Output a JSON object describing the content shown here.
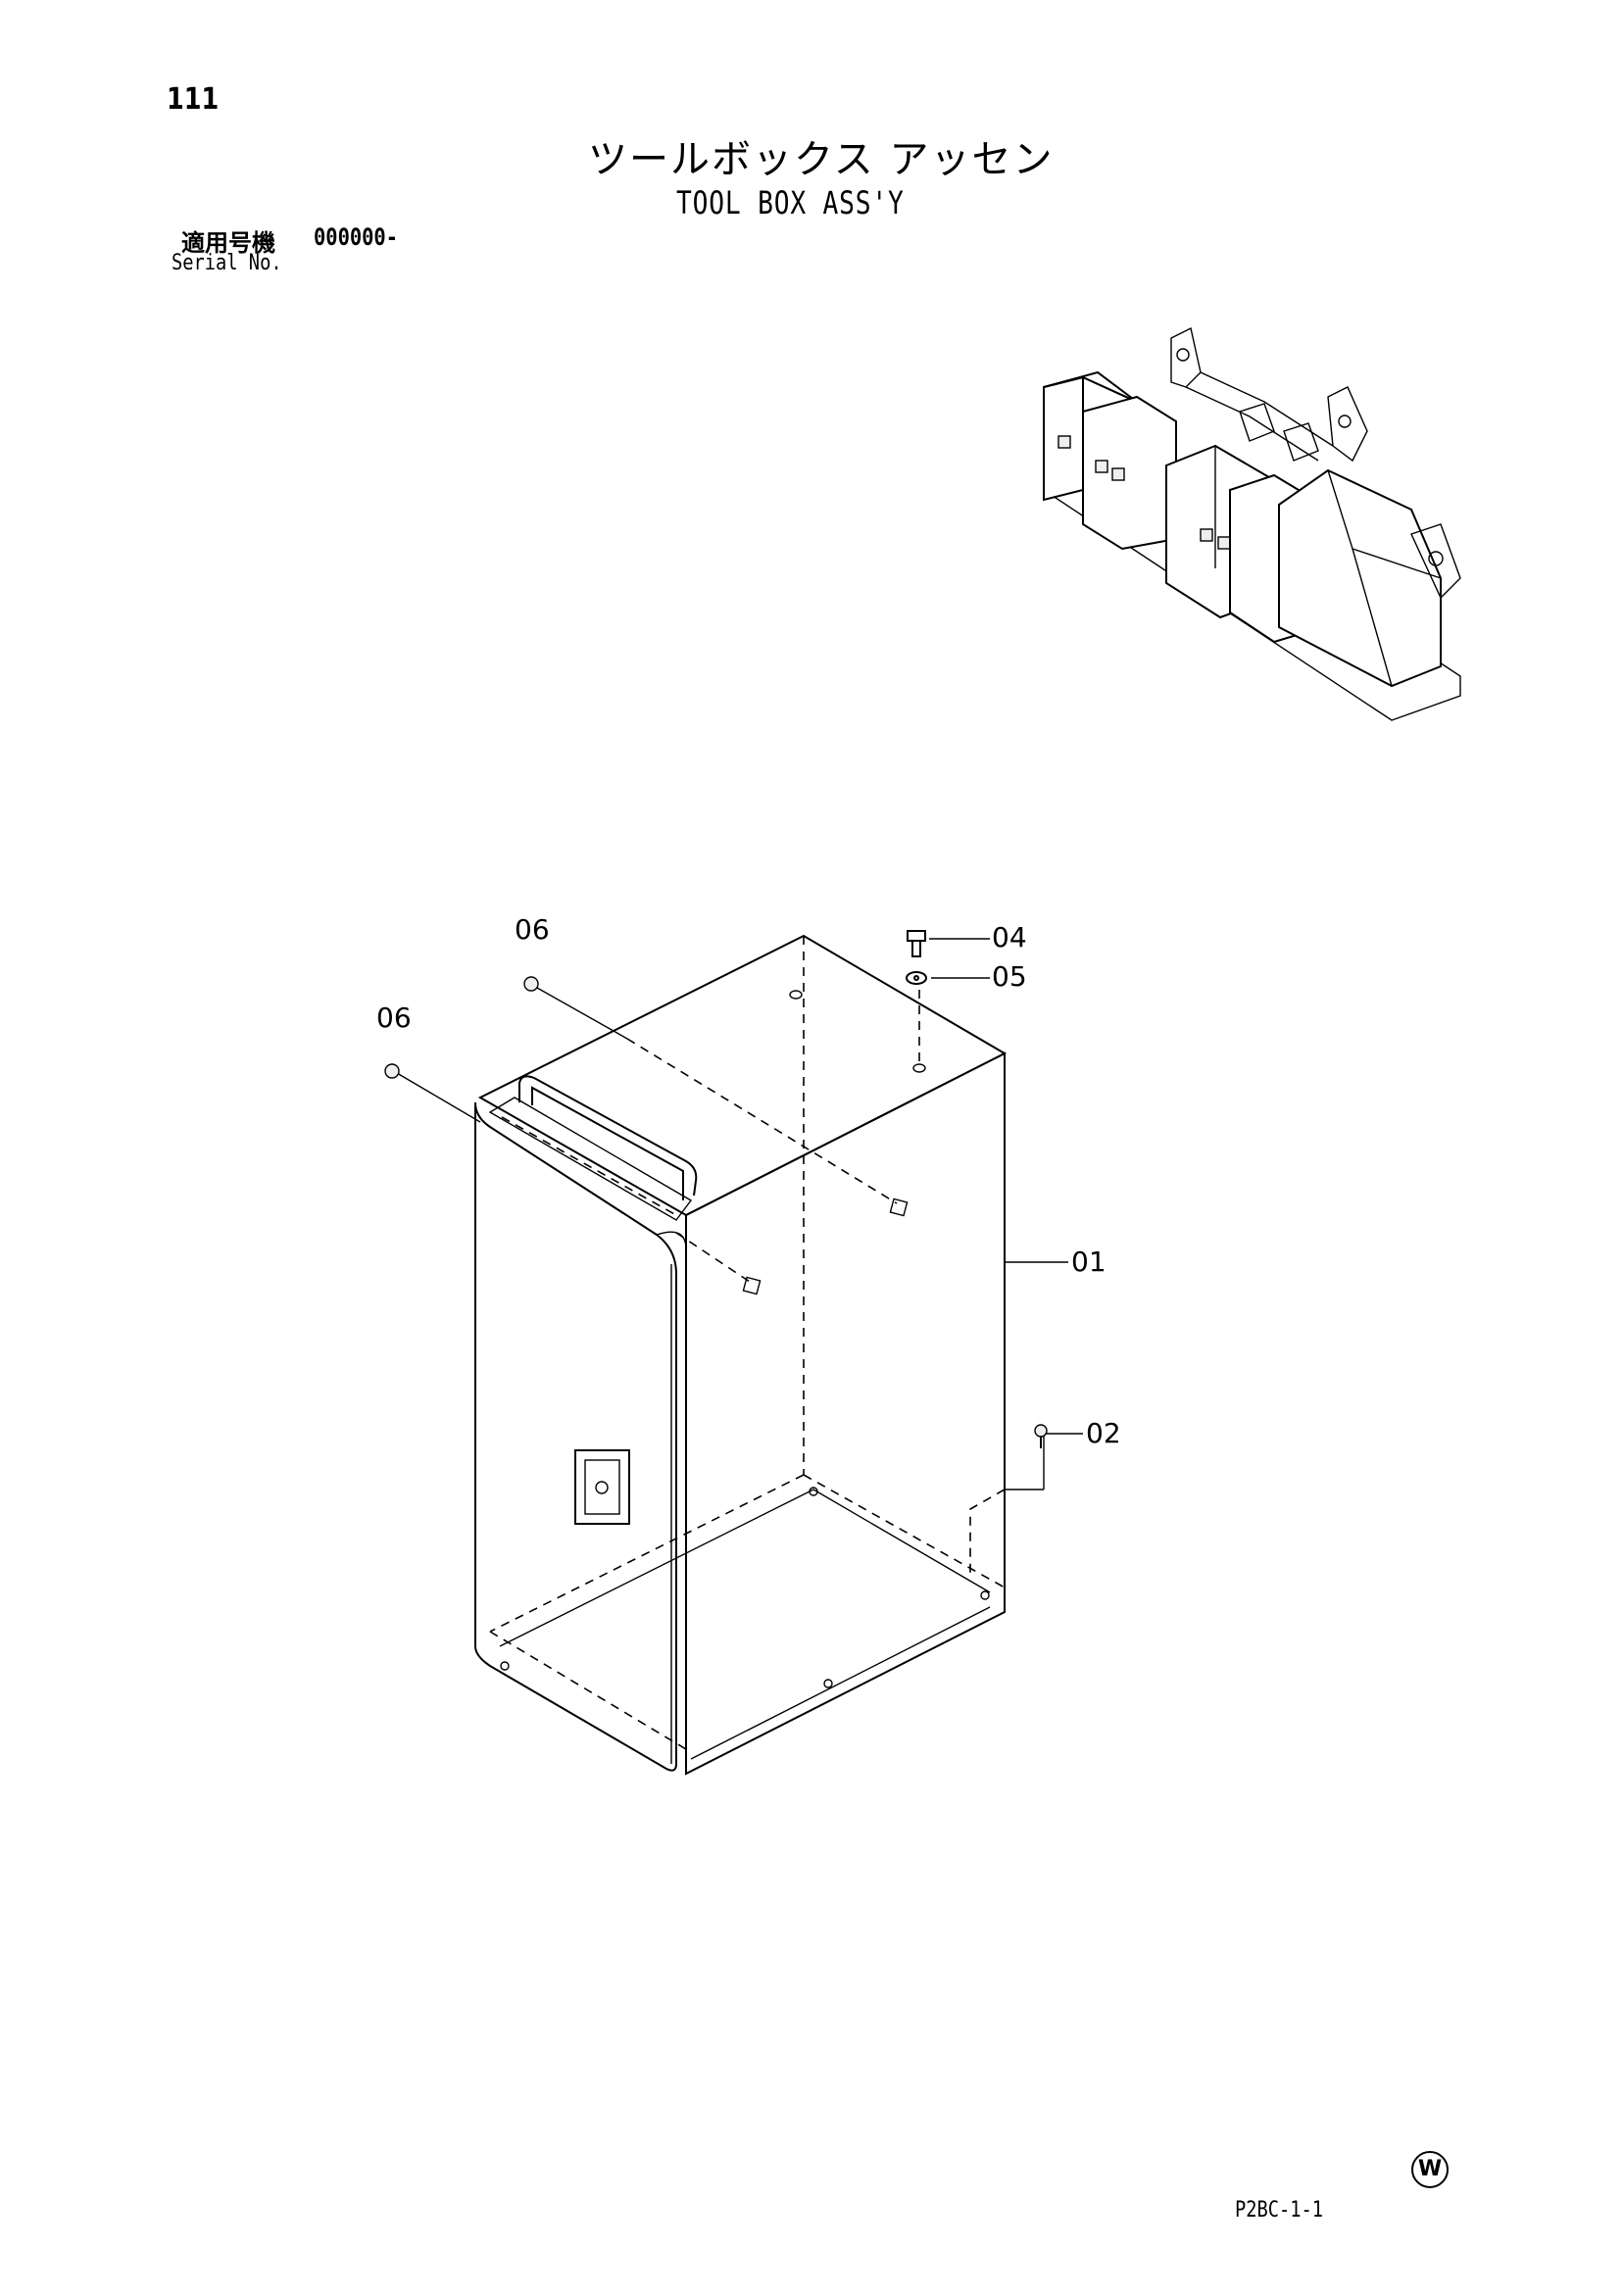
{
  "header": {
    "page_number": "111",
    "title_jp": "ツールボックス アッセン",
    "title_en": "TOOL BOX ASS'Y"
  },
  "serial": {
    "label_jp": "適用号機",
    "value": "000000-",
    "label_en": "Serial No."
  },
  "callouts": {
    "part_01": "01",
    "part_02": "02",
    "part_04": "04",
    "part_05": "05",
    "part_06_top": "06",
    "part_06_left": "06"
  },
  "footer": {
    "mark": "W",
    "drawing_code": "P2BC-1-1"
  }
}
